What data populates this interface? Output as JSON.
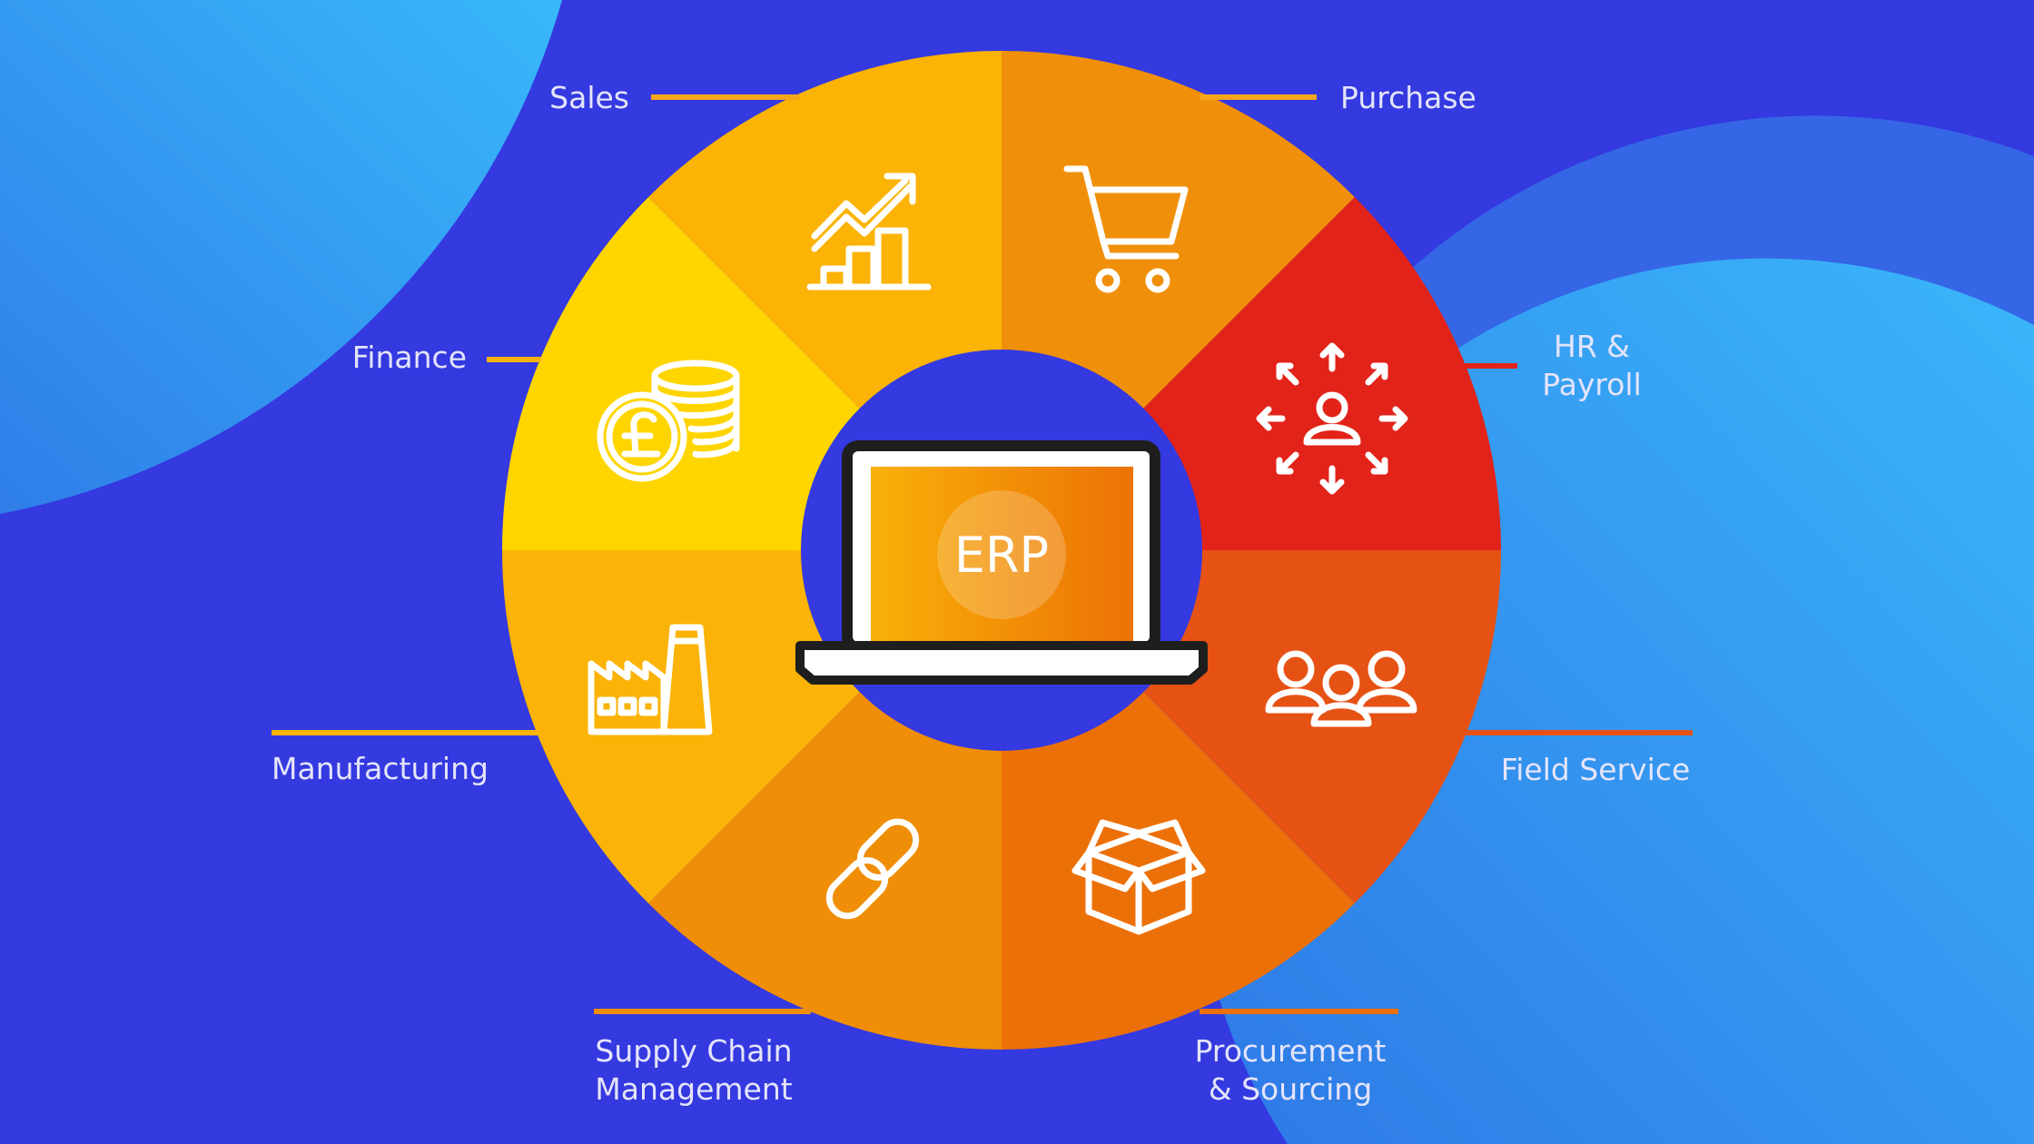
{
  "center": {
    "label": "ERP"
  },
  "modules": [
    {
      "id": "purchase",
      "lines": [
        "Purchase"
      ],
      "icon": "shopping-cart-icon",
      "color": "#F0900A"
    },
    {
      "id": "hr-payroll",
      "lines": [
        "HR &",
        "Payroll"
      ],
      "icon": "person-network-icon",
      "color": "#E2231A"
    },
    {
      "id": "field-service",
      "lines": [
        "Field Service"
      ],
      "icon": "team-icon",
      "color": "#E65214"
    },
    {
      "id": "procurement",
      "lines": [
        "Procurement",
        "& Sourcing"
      ],
      "icon": "open-box-icon",
      "color": "#EC7008"
    },
    {
      "id": "supply-chain",
      "lines": [
        "Supply Chain",
        "Management"
      ],
      "icon": "chain-link-icon",
      "color": "#F08E08"
    },
    {
      "id": "manufacturing",
      "lines": [
        "Manufacturing"
      ],
      "icon": "factory-icon",
      "color": "#FAB306"
    },
    {
      "id": "finance",
      "lines": [
        "Finance"
      ],
      "icon": "pound-coins-icon",
      "color": "#FFD500"
    },
    {
      "id": "sales",
      "lines": [
        "Sales"
      ],
      "icon": "growth-chart-icon",
      "color": "#FBB306"
    }
  ],
  "colors": {
    "background": "#3439E0",
    "accent_light_blue": "#38B4F8",
    "label_text": "#E4E4FA"
  }
}
